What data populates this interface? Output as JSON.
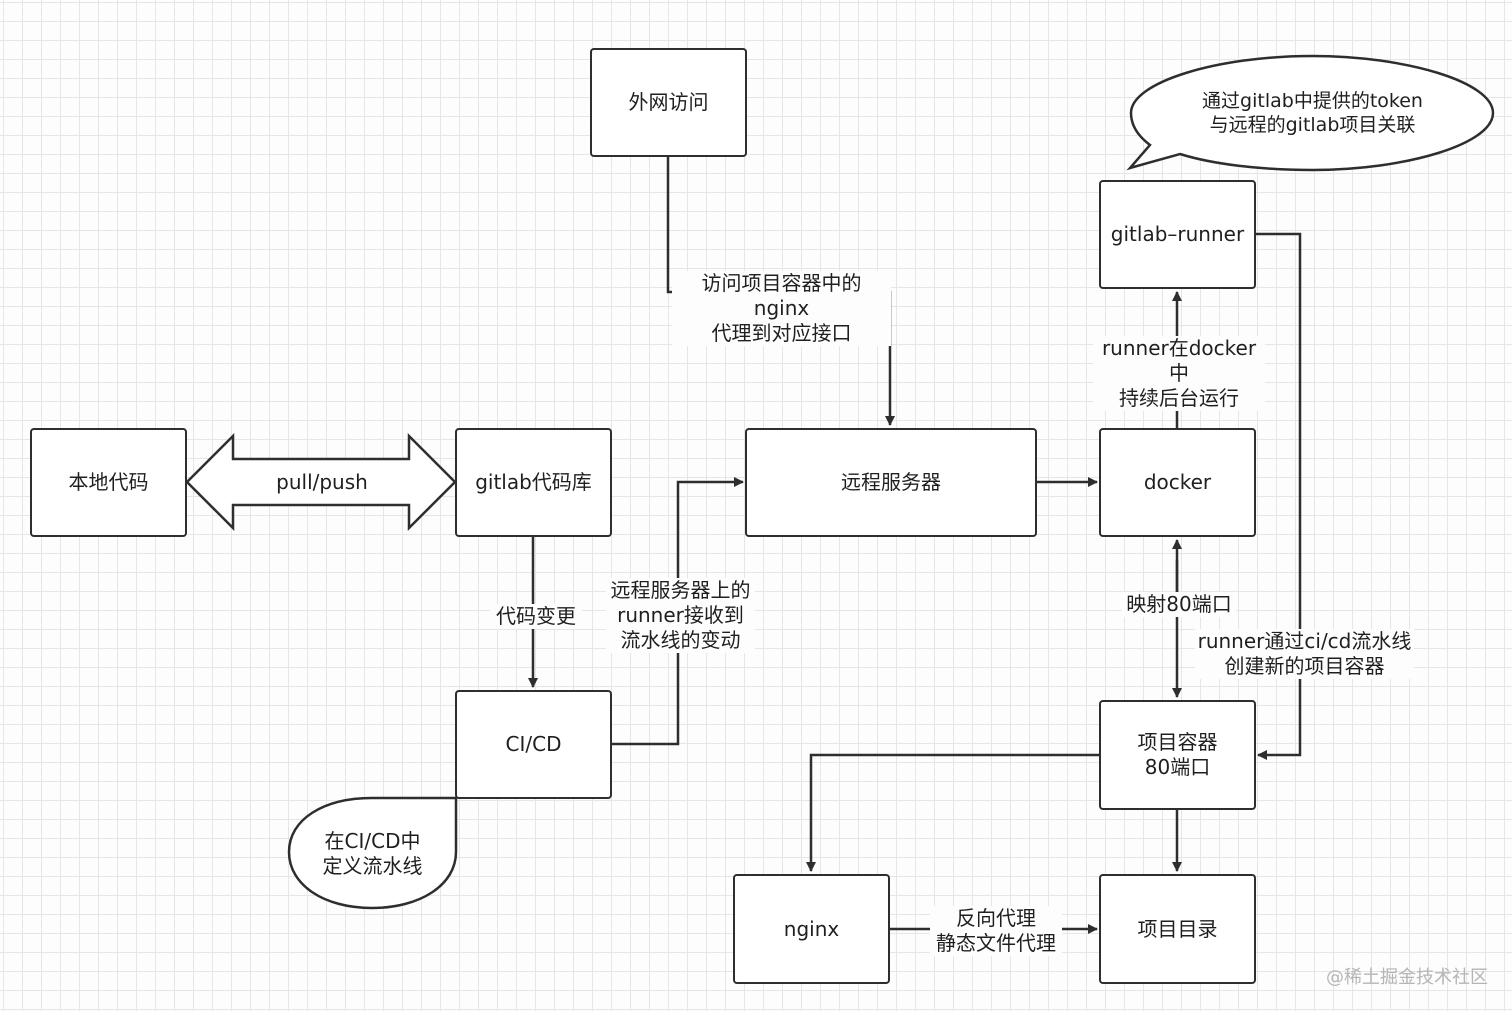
{
  "nodes": {
    "local_code": "本地代码",
    "gitlab_repo": "gitlab代码库",
    "external_access": "外网访问",
    "remote_server": "远程服务器",
    "docker": "docker",
    "gitlab_runner": "gitlab–runner",
    "cicd": "CI/CD",
    "project_container": "项目容器\n80端口",
    "nginx": "nginx",
    "project_dir": "项目目录"
  },
  "callouts": {
    "token": "通过gitlab中提供的token\n与远程的gitlab项目关联",
    "pipeline": "在CI/CD中\n定义流水线"
  },
  "edge_labels": {
    "pull_push": "pull/push",
    "nginx_proxy": "访问项目容器中的nginx\n代理到对应接口",
    "runner_bg": "runner在docker中\n持续后台运行",
    "code_change": "代码变更",
    "runner_receive": "远程服务器上的\nrunner接收到\n流水线的变动",
    "port_map": "映射80端口",
    "runner_create": "runner通过ci/cd流水线\n创建新的项目容器",
    "reverse_proxy": "反向代理\n静态文件代理"
  },
  "watermark": "@稀土掘金技术社区"
}
